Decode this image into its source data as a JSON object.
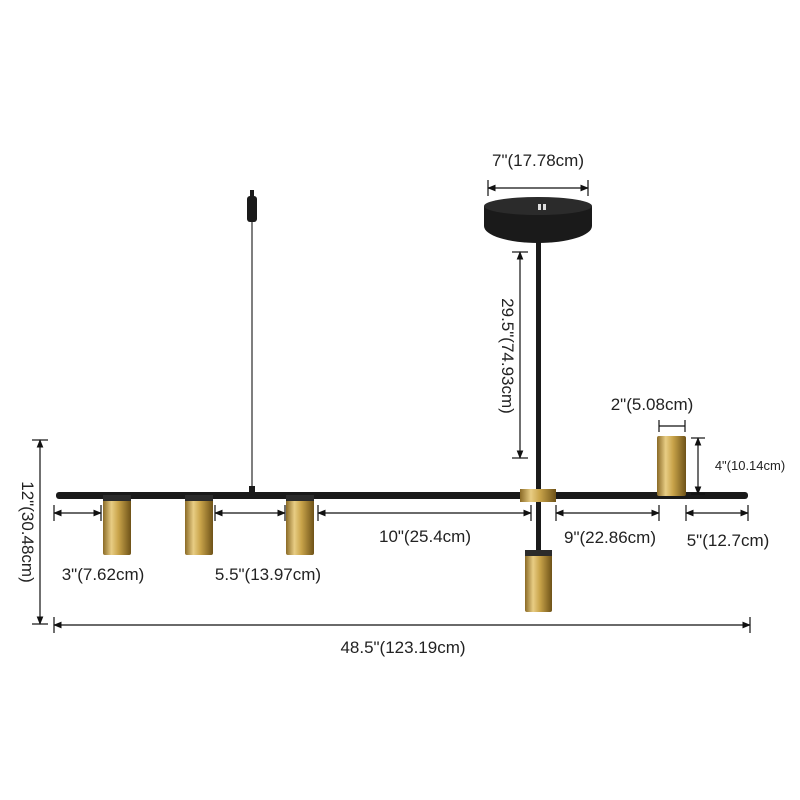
{
  "dimensions": {
    "canopy_width": "7\"(17.78cm)",
    "rod_length": "29.5\"(74.93cm)",
    "shade_diameter": "2\"(5.08cm)",
    "shade_height": "4\"(10.14cm)",
    "total_height": "12\"(30.48cm)",
    "end_offset": "3\"(7.62cm)",
    "shade_spacing": "5.5\"(13.97cm)",
    "center_gap": "10\"(25.4cm)",
    "right_gap": "9\"(22.86cm)",
    "right_end": "5\"(12.7cm)",
    "total_length": "48.5\"(123.19cm)"
  },
  "colors": {
    "metal_black": "#1a1a1a",
    "brass": "#c9a44a",
    "dimension_line": "#111111"
  }
}
